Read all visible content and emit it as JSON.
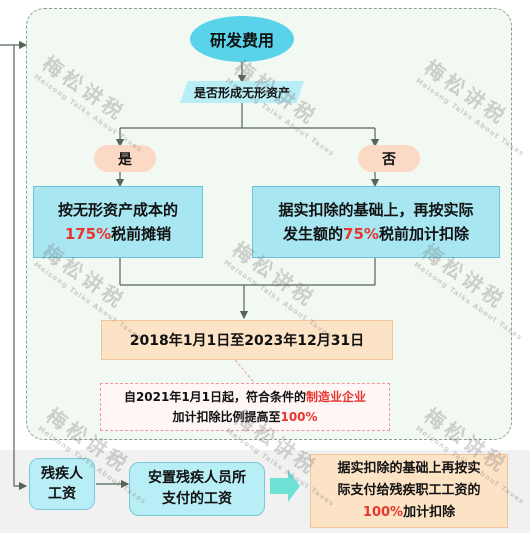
{
  "nodes": {
    "rd_cost": "研发费用",
    "question": "是否形成无形资产",
    "yes": "是",
    "no": "否",
    "left_box": {
      "line1": "按无形资产成本的",
      "pct": "175%",
      "line2_suffix": "税前摊销"
    },
    "right_box": {
      "line1": "据实扣除的基础上，再按实际",
      "line2_prefix": "发生额的",
      "pct": "75%",
      "line2_suffix": "税前加计扣除"
    },
    "period": "2018年1月1日至2023年12月31日",
    "note": {
      "prefix": "自2021年1月1日起，符合条件的",
      "highlight": "制造业企业",
      "line2_prefix": "加计扣除比例提高至",
      "pct": "100%"
    },
    "disabled": "残疾人工资",
    "placement": {
      "line1": "安置残疾人员所",
      "line2": "支付的工资"
    },
    "disabled_result": {
      "line1": "据实扣除的基础上再按实",
      "line2": "际支付给残疾职工工资的",
      "pct": "100%",
      "suffix": "加计扣除"
    }
  },
  "watermark": {
    "text": "梅松讲税",
    "subtext": "Meisong Talks About Taxes"
  },
  "colors": {
    "ellipse": "#59d3ea",
    "box_blue": "#a8e6f2",
    "pill": "#fbd9c4",
    "box_orange": "#fde3c6",
    "highlight_red": "#e8352d",
    "region_bg": "#f2f8f2"
  }
}
